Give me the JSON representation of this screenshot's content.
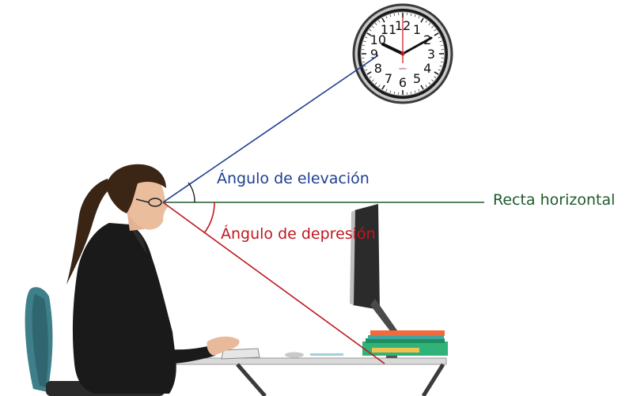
{
  "labels": {
    "elevation": "Ángulo de elevación",
    "depression": "Ángulo de depresión",
    "horizontal": "Recta horizontal"
  },
  "clock": {
    "numbers": [
      "12",
      "1",
      "2",
      "3",
      "4",
      "5",
      "6",
      "7",
      "8",
      "9",
      "10",
      "11"
    ],
    "brand": "seiko"
  },
  "colors": {
    "elevation": "#1d3f8f",
    "depression": "#c0171f",
    "horizontal": "#1e5b2b",
    "chair": "#3e7f8a",
    "suit": "#1a1a1a"
  }
}
